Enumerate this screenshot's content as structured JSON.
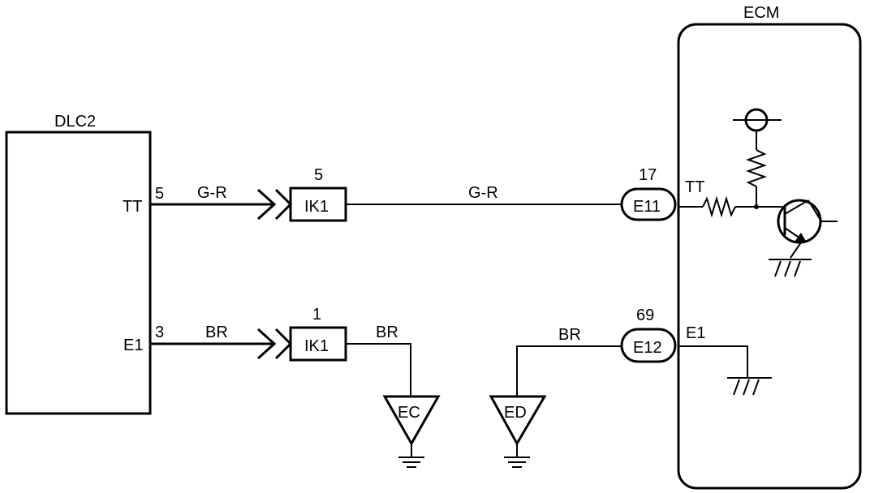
{
  "dlc2": {
    "title": "DLC2",
    "terminal_tt": "TT",
    "terminal_e1": "E1",
    "pin_tt": "5",
    "pin_e1": "3"
  },
  "ecm": {
    "title": "ECM",
    "terminal_tt": "TT",
    "terminal_e1": "E1"
  },
  "wires": {
    "gr_left": "G-R",
    "gr_mid": "G-R",
    "br_left": "BR",
    "br_mid": "BR",
    "br_right": "BR"
  },
  "connectors": {
    "ik1_top": {
      "name": "IK1",
      "pin": "5"
    },
    "ik1_bottom": {
      "name": "IK1",
      "pin": "1"
    },
    "e11": {
      "name": "E11",
      "pin": "17"
    },
    "e12": {
      "name": "E12",
      "pin": "69"
    }
  },
  "grounds": {
    "ec": "EC",
    "ed": "ED"
  }
}
